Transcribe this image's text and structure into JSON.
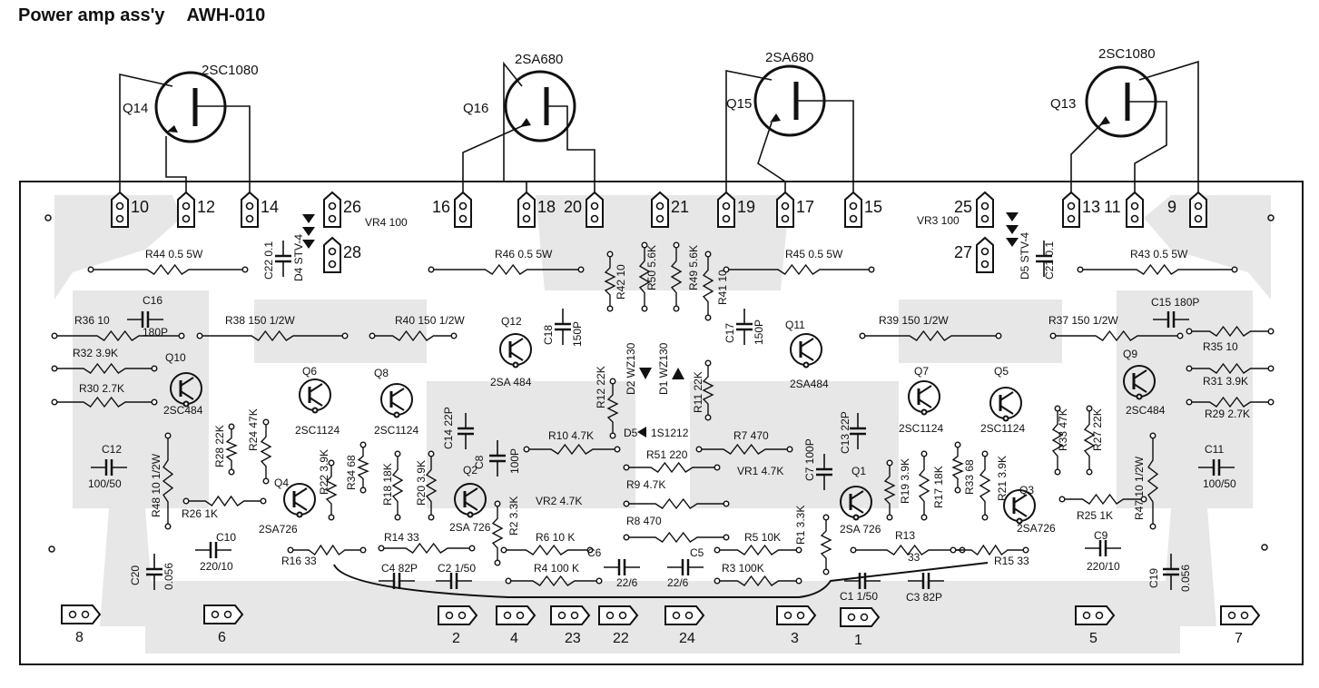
{
  "title": "Power amp ass'y",
  "model": "AWH-010",
  "transistors_external": [
    {
      "ref": "Q14",
      "part": "2SC1080",
      "pins": [
        "10",
        "12",
        "14"
      ]
    },
    {
      "ref": "Q16",
      "part": "2SA680",
      "pins": [
        "16",
        "18",
        "20"
      ]
    },
    {
      "ref": "Q15",
      "part": "2SA680",
      "pins": [
        "19",
        "17",
        "15"
      ]
    },
    {
      "ref": "Q13",
      "part": "2SC1080",
      "pins": [
        "13",
        "11",
        "9"
      ]
    }
  ],
  "top_terminals": [
    "10",
    "12",
    "14",
    "26",
    "28",
    "16",
    "18",
    "20",
    "21",
    "19",
    "17",
    "15",
    "25",
    "27",
    "13",
    "11",
    "9"
  ],
  "bottom_terminals": [
    "8",
    "6",
    "2",
    "4",
    "23",
    "22",
    "24",
    "3",
    "1",
    "5",
    "7"
  ],
  "components": [
    {
      "ref": "D4",
      "value": "STV-4"
    },
    {
      "ref": "D5",
      "value": "STV-4"
    },
    {
      "ref": "VR4",
      "value": "100"
    },
    {
      "ref": "VR3",
      "value": "100"
    },
    {
      "ref": "R44",
      "value": "0.5 5W"
    },
    {
      "ref": "R46",
      "value": "0.5 5W"
    },
    {
      "ref": "R45",
      "value": "0.5 5W"
    },
    {
      "ref": "R43",
      "value": "0.5 5W"
    },
    {
      "ref": "C22",
      "value": "0.1"
    },
    {
      "ref": "C21",
      "value": "0.1"
    },
    {
      "ref": "R42",
      "value": "10"
    },
    {
      "ref": "R50",
      "value": "5.6K"
    },
    {
      "ref": "R49",
      "value": "5.6K"
    },
    {
      "ref": "R41",
      "value": "10"
    },
    {
      "ref": "C16",
      "value": "180P"
    },
    {
      "ref": "C15",
      "value": "180P"
    },
    {
      "ref": "R36",
      "value": "10"
    },
    {
      "ref": "R35",
      "value": "10"
    },
    {
      "ref": "R38",
      "value": "150 1/2W"
    },
    {
      "ref": "R40",
      "value": "150 1/2W"
    },
    {
      "ref": "R39",
      "value": "150 1/2W"
    },
    {
      "ref": "R37",
      "value": "150 1/2W"
    },
    {
      "ref": "C18",
      "value": "150P"
    },
    {
      "ref": "C17",
      "value": "150P"
    },
    {
      "ref": "R32",
      "value": "3.9K"
    },
    {
      "ref": "R31",
      "value": "3.9K"
    },
    {
      "ref": "R30",
      "value": "2.7K"
    },
    {
      "ref": "R29",
      "value": "2.7K"
    },
    {
      "ref": "R12",
      "value": "22K"
    },
    {
      "ref": "R11",
      "value": "22K"
    },
    {
      "ref": "D2",
      "value": "WZ130"
    },
    {
      "ref": "D1",
      "value": "WZ130"
    },
    {
      "ref": "D5",
      "value": "1S1212"
    },
    {
      "ref": "C12",
      "value": "100/50"
    },
    {
      "ref": "C11",
      "value": "100/50"
    },
    {
      "ref": "R28",
      "value": "22K"
    },
    {
      "ref": "R24",
      "value": "47K"
    },
    {
      "ref": "R33",
      "value": "47K"
    },
    {
      "ref": "R27",
      "value": "22K"
    },
    {
      "ref": "C14",
      "value": "22P"
    },
    {
      "ref": "C13",
      "value": "22P"
    },
    {
      "ref": "R10",
      "value": "4.7K"
    },
    {
      "ref": "R7",
      "value": "470"
    },
    {
      "ref": "R51",
      "value": "220"
    },
    {
      "ref": "R48",
      "value": "10 1/2W"
    },
    {
      "ref": "R47",
      "value": "10 1/2W"
    },
    {
      "ref": "R34",
      "value": "68"
    },
    {
      "ref": "R33",
      "value": "68"
    },
    {
      "ref": "C8",
      "value": "100P"
    },
    {
      "ref": "C7",
      "value": "100P"
    },
    {
      "ref": "R22",
      "value": "3.9K"
    },
    {
      "ref": "R18",
      "value": "18K"
    },
    {
      "ref": "R20",
      "value": "3.9K"
    },
    {
      "ref": "R19",
      "value": "3.9K"
    },
    {
      "ref": "R17",
      "value": "18K"
    },
    {
      "ref": "R21",
      "value": "3.9K"
    },
    {
      "ref": "R9",
      "value": "4.7K"
    },
    {
      "ref": "VR1",
      "value": "4.7K"
    },
    {
      "ref": "VR2",
      "value": "4.7K"
    },
    {
      "ref": "R26",
      "value": "1K"
    },
    {
      "ref": "R25",
      "value": "1K"
    },
    {
      "ref": "R2",
      "value": "3.3K"
    },
    {
      "ref": "R1",
      "value": "3.3K"
    },
    {
      "ref": "R8",
      "value": "470"
    },
    {
      "ref": "R6",
      "value": "10K"
    },
    {
      "ref": "R5",
      "value": "10K"
    },
    {
      "ref": "R14",
      "value": "33"
    },
    {
      "ref": "R13",
      "value": "33"
    },
    {
      "ref": "R16",
      "value": "33"
    },
    {
      "ref": "R15",
      "value": "33"
    },
    {
      "ref": "C10",
      "value": "220/10"
    },
    {
      "ref": "C9",
      "value": "220/10"
    },
    {
      "ref": "C20",
      "value": "0.056"
    },
    {
      "ref": "C19",
      "value": "0.056"
    },
    {
      "ref": "C4",
      "value": "82P"
    },
    {
      "ref": "C3",
      "value": "82P"
    },
    {
      "ref": "C2",
      "value": "1/50"
    },
    {
      "ref": "C1",
      "value": "1/50"
    },
    {
      "ref": "R4",
      "value": "100K"
    },
    {
      "ref": "R3",
      "value": "100K"
    },
    {
      "ref": "C6",
      "value": "22/6"
    },
    {
      "ref": "C5",
      "value": "22/6"
    }
  ],
  "labels": {
    "q14": "Q14",
    "q14p": "2SC1080",
    "q16": "Q16",
    "q16p": "2SA680",
    "q15": "Q15",
    "q15p": "2SA680",
    "q13": "Q13",
    "q13p": "2SC1080",
    "d4": "D4 STV-4",
    "d5": "D5 STV-4",
    "vr4": "VR4 100",
    "vr3": "VR3 100",
    "r44": "R44 0.5 5W",
    "r46": "R46 0.5 5W",
    "r45": "R45 0.5 5W",
    "r43": "R43 0.5 5W",
    "c22": "C22 0.1",
    "c21": "C21 0.1",
    "r42": "R42 10",
    "r50": "R50 5.6K",
    "r49": "R49 5.6K",
    "r41": "R41 10",
    "c16": "C16",
    "c16v": "180P",
    "c15": "C15 180P",
    "r36": "R36 10",
    "r35": "R35 10",
    "r38": "R38 150 1/2W",
    "r40": "R40 150 1/2W",
    "r39": "R39 150 1/2W",
    "r37": "R37 150 1/2W",
    "q12": "Q12",
    "q12p": "2SA 484",
    "q11": "Q11",
    "q11p": "2SA484",
    "c18": "C18",
    "c18v": "150P",
    "c17": "C17",
    "c17v": "150P",
    "r32": "R32 3.9K",
    "r31": "R31 3.9K",
    "r30": "R30 2.7K",
    "r29": "R29 2.7K",
    "q10": "Q10",
    "q10p": "2SC484",
    "q9": "Q9",
    "q9p": "2SC484",
    "r12": "R12 22K",
    "r11": "R11 22K",
    "d2": "D2 WZ130",
    "d1": "D1 WZ130",
    "d5b": "D5",
    "d5bv": "1S1212",
    "q6": "Q6",
    "q6p": "2SC1124",
    "q8": "Q8",
    "q8p": "2SC1124",
    "q7": "Q7",
    "q7p": "2SC1124",
    "q5": "Q5",
    "q5p": "2SC1124",
    "c12": "C12",
    "c12v": "100/50",
    "c11": "C11",
    "c11v": "100/50",
    "r28": "R28 22K",
    "r24": "R24 47K",
    "r33a": "R33 47K",
    "r27": "R27 22K",
    "c14": "C14 22P",
    "c13": "C13 22P",
    "r10": "R10 4.7K",
    "r7": "R7 470",
    "r51": "R51 220",
    "r48": "R48 10 1/2W",
    "r47": "R47 10 1/2W",
    "r34": "R34 68",
    "r33b": "R33 68",
    "c8": "C8",
    "c8v": "100P",
    "c7": "C7 100P",
    "q2": "Q2",
    "q2p": "2SA 726",
    "q1": "Q1",
    "q1p": "2SA 726",
    "q4": "Q4",
    "q4p": "2SA726",
    "q3": "Q3",
    "q3p": "2SA726",
    "r22": "R22 3.9K",
    "r18": "R18 18K",
    "r20": "R20 3.9K",
    "r19": "R19 3.9K",
    "r17": "R17 18K",
    "r21": "R21 3.9K",
    "r9": "R9 4.7K",
    "vr1": "VR1 4.7K",
    "vr2": "VR2 4.7K",
    "r26": "R26 1K",
    "r25": "R25 1K",
    "r2": "R2 3.3K",
    "r1": "R1 3.3K",
    "r8": "R8 470",
    "r6": "R6 10 K",
    "r5": "R5 10K",
    "r14": "R14 33",
    "r13": "R13",
    "r13v": "33",
    "r16": "R16 33",
    "r15": "R15 33",
    "c10": "C10",
    "c10v": "220/10",
    "c9": "C9",
    "c9v": "220/10",
    "c20": "C20",
    "c20v": "0.056",
    "c19": "C19",
    "c19v": "0.056",
    "c4": "C4 82P",
    "c3": "C3 82P",
    "c2": "C2 1/50",
    "c1": "C1 1/50",
    "r4": "R4 100 K",
    "r3": "R3 100K",
    "c6": "C6",
    "c6v": "22/6",
    "c5": "C5",
    "c5v": "22/6"
  }
}
